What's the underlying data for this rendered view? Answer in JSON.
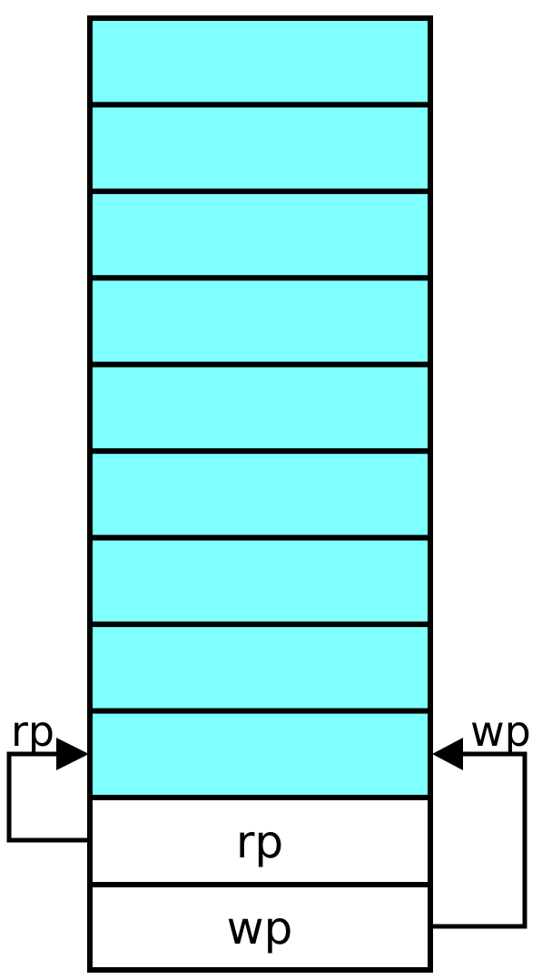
{
  "diagram": {
    "buffer_slots": 9,
    "slot_color": "#80ffff",
    "stroke_color": "#000000",
    "register_fill": "#ffffff",
    "registers": [
      {
        "id": "rp",
        "label": "rp"
      },
      {
        "id": "wp",
        "label": "wp"
      }
    ],
    "pointers": {
      "read": {
        "label": "rp",
        "side": "left",
        "points_to_slot": 9
      },
      "write": {
        "label": "wp",
        "side": "right",
        "points_to_slot": 9
      }
    }
  }
}
